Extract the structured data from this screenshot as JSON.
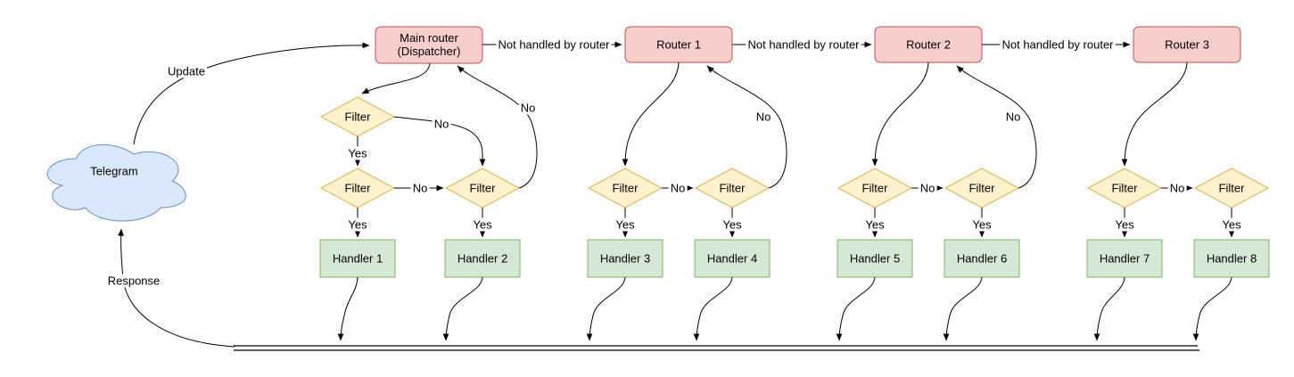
{
  "diagram": {
    "cloud": {
      "label": "Telegram"
    },
    "dispatcher": {
      "line1": "Main router",
      "line2": "(Dispatcher)"
    },
    "routers": [
      "Router 1",
      "Router 2",
      "Router 3"
    ],
    "handlers": [
      "Handler 1",
      "Handler 2",
      "Handler 3",
      "Handler 4",
      "Handler 5",
      "Handler 6",
      "Handler 7",
      "Handler 8"
    ],
    "labels": {
      "filter": "Filter",
      "yes": "Yes",
      "no": "No",
      "not_handled": "Not handled by router",
      "update": "Update",
      "response": "Response"
    }
  },
  "colors": {
    "router-fill": "#f8cecc",
    "router-stroke": "#b85450",
    "filter-fill": "#fff2cc",
    "filter-stroke": "#d6b656",
    "handler-fill": "#d5e8d4",
    "handler-stroke": "#82b366",
    "cloud-fill": "#dae8fc",
    "cloud-stroke": "#6c8ebf",
    "connector": "#000000",
    "background": "#ffffff"
  }
}
